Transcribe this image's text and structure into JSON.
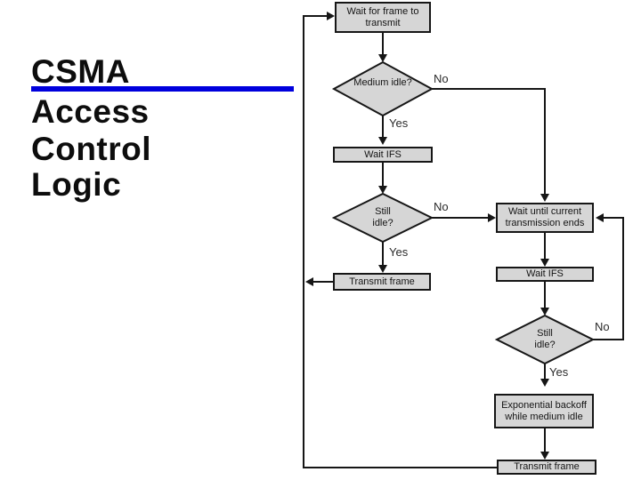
{
  "title": {
    "lines": [
      "CSMA",
      "Access",
      "Control",
      "Logic"
    ],
    "text_color": "#0d0d0d",
    "accent_color": "#0000dd"
  },
  "flowchart": {
    "boxes": {
      "wait_frame": "Wait for frame to transmit",
      "wait_ifs_left": "Wait IFS",
      "transmit_left": "Transmit frame",
      "wait_current": "Wait until current transmission ends",
      "wait_ifs_right": "Wait IFS",
      "backoff": "Exponential backoff while medium idle",
      "transmit_bottom": "Transmit frame"
    },
    "decisions": {
      "medium_idle": "Medium idle?",
      "still_idle_1": "Still idle?",
      "still_idle_2": "Still idle?"
    },
    "labels": {
      "yes": "Yes",
      "no": "No"
    },
    "colors": {
      "node_fill": "#d6d6d6",
      "line": "#161616"
    }
  }
}
